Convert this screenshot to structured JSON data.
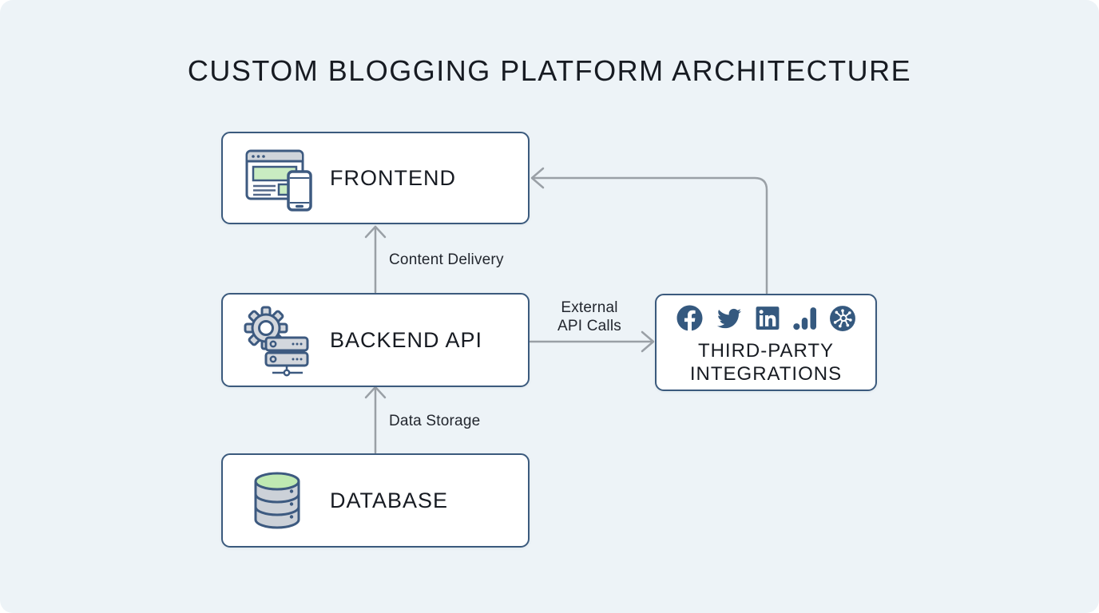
{
  "title": "CUSTOM BLOGGING PLATFORM ARCHITECTURE",
  "nodes": {
    "frontend": {
      "label": "FRONTEND",
      "icon": "browser-mobile-icon"
    },
    "backend": {
      "label": "BACKEND API",
      "icon": "gear-server-icon"
    },
    "database": {
      "label": "DATABASE",
      "icon": "database-cylinder-icon"
    },
    "third_party": {
      "label": "THIRD-PARTY INTEGRATIONS",
      "icons": [
        "facebook-icon",
        "twitter-icon",
        "linkedin-icon",
        "analytics-icon",
        "network-icon"
      ]
    }
  },
  "edges": [
    {
      "from": "database",
      "to": "backend",
      "label": "Data Storage"
    },
    {
      "from": "backend",
      "to": "frontend",
      "label": "Content Delivery"
    },
    {
      "from": "backend",
      "to": "third_party",
      "label": "External API Calls"
    },
    {
      "from": "third_party",
      "to": "frontend",
      "label": ""
    }
  ],
  "colors": {
    "background": "#edf3f7",
    "node_border": "#3b5a7d",
    "node_fill": "#ffffff",
    "arrow": "#9aa0a6",
    "icon_blue": "#35597f",
    "icon_outline": "#3d5a80",
    "icon_green": "#c9ecc2",
    "icon_gray": "#d3d7dd",
    "text": "#171b22"
  }
}
